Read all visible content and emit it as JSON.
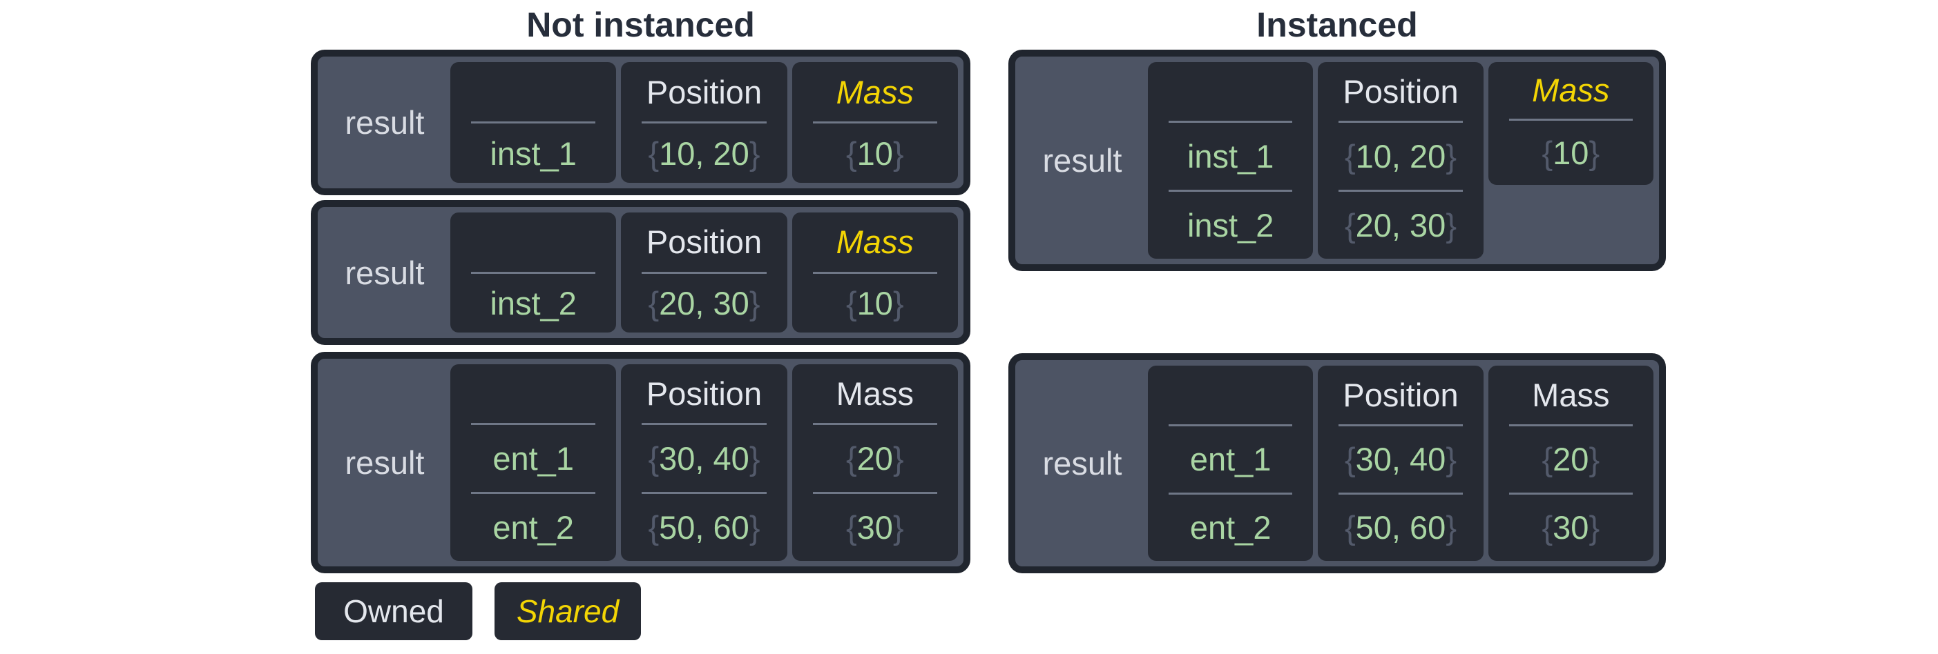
{
  "titles": {
    "left": "Not instanced",
    "right": "Instanced"
  },
  "punct": {
    "open": "{",
    "close": "}"
  },
  "legend": {
    "owned": "Owned",
    "shared": "Shared"
  },
  "colors": {
    "owned_text": "#e4e7ed",
    "shared_text": "#f3d504",
    "value_green": "#a9d5a3",
    "brace": "#535a6b",
    "panel_bg": "#4d5464",
    "cell_bg": "#262a33",
    "panel_border": "#20252e",
    "title_text": "#272e3b"
  },
  "boxes": {
    "left": [
      {
        "label": "result",
        "entities": [
          "inst_1"
        ],
        "position": {
          "header": "Position",
          "values": [
            "10, 20"
          ]
        },
        "mass": {
          "header": "Mass",
          "shared": true,
          "values": [
            "10"
          ]
        }
      },
      {
        "label": "result",
        "entities": [
          "inst_2"
        ],
        "position": {
          "header": "Position",
          "values": [
            "20, 30"
          ]
        },
        "mass": {
          "header": "Mass",
          "shared": true,
          "values": [
            "10"
          ]
        }
      },
      {
        "label": "result",
        "entities": [
          "ent_1",
          "ent_2"
        ],
        "position": {
          "header": "Position",
          "values": [
            "30, 40",
            "50, 60"
          ]
        },
        "mass": {
          "header": "Mass",
          "shared": false,
          "values": [
            "20",
            "30"
          ]
        }
      }
    ],
    "right": [
      {
        "label": "result",
        "entities": [
          "inst_1",
          "inst_2"
        ],
        "position": {
          "header": "Position",
          "values": [
            "10, 20",
            "20, 30"
          ]
        },
        "mass": {
          "header": "Mass",
          "shared": true,
          "short": true,
          "values": [
            "10"
          ]
        }
      },
      {
        "label": "result",
        "entities": [
          "ent_1",
          "ent_2"
        ],
        "position": {
          "header": "Position",
          "values": [
            "30, 40",
            "50, 60"
          ]
        },
        "mass": {
          "header": "Mass",
          "shared": false,
          "values": [
            "20",
            "30"
          ]
        }
      }
    ]
  }
}
